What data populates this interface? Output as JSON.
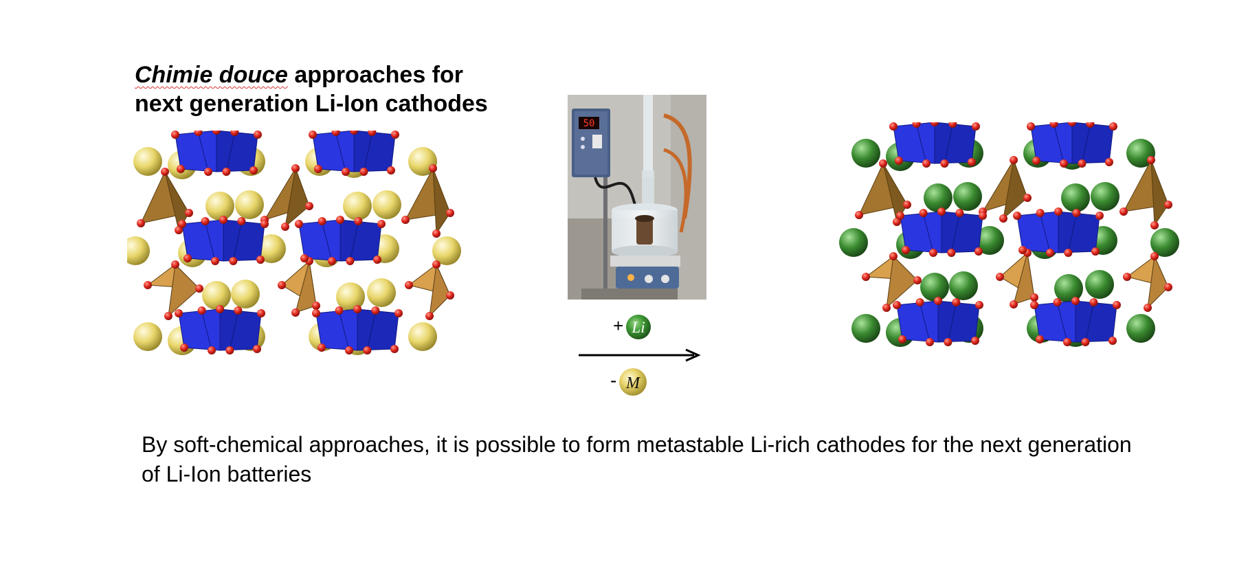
{
  "title": {
    "italic": "Chimie douce",
    "line1_rest": " approaches for",
    "line2": "next generation Li-Ion cathodes"
  },
  "reaction": {
    "plus": "+",
    "plus_species": "Li",
    "minus": "-",
    "minus_species": "M"
  },
  "photo": {
    "display_value": "50"
  },
  "caption": "By soft-chemical approaches, it is possible to form metastable Li-rich cathodes for the next generation of Li-Ion batteries",
  "colors": {
    "octahedra": "#2230d8",
    "tetrahedra": "#b07a35",
    "oxygen": "#e0281e",
    "metal_ion": "#e8d66a",
    "lithium_ion": "#3a8a30",
    "arrow": "#000000"
  },
  "icons": [
    "oxygen-atom-icon",
    "metal-ion-icon",
    "lithium-ion-icon",
    "reaction-arrow-icon"
  ]
}
